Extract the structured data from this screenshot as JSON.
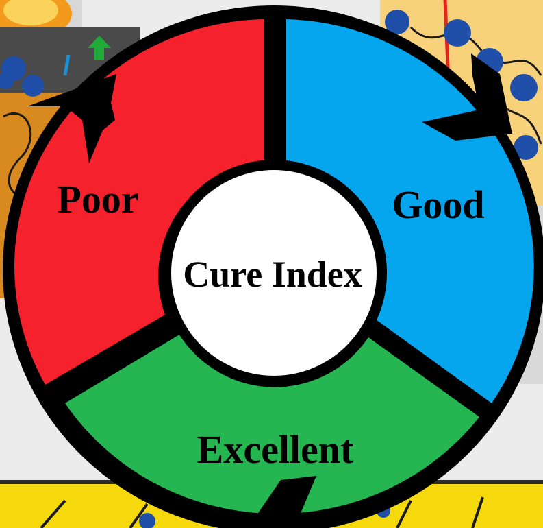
{
  "diagram": {
    "center_label": "Cure Index",
    "segments": [
      {
        "id": "poor",
        "label": "Poor",
        "color": "#f5222d"
      },
      {
        "id": "good",
        "label": "Good",
        "color": "#05a6ed"
      },
      {
        "id": "excellent",
        "label": "Excellent",
        "color": "#26b651"
      }
    ],
    "ring_stroke_color": "#000000",
    "center_fill_color": "#ffffff"
  },
  "background": {
    "floor_color": "#ececec",
    "left_panel_color": "#d98a1f",
    "right_panel_color": "#f8d27a",
    "bottom_panel_color": "#f5d90c",
    "particle_color": "#1f4fa8"
  }
}
